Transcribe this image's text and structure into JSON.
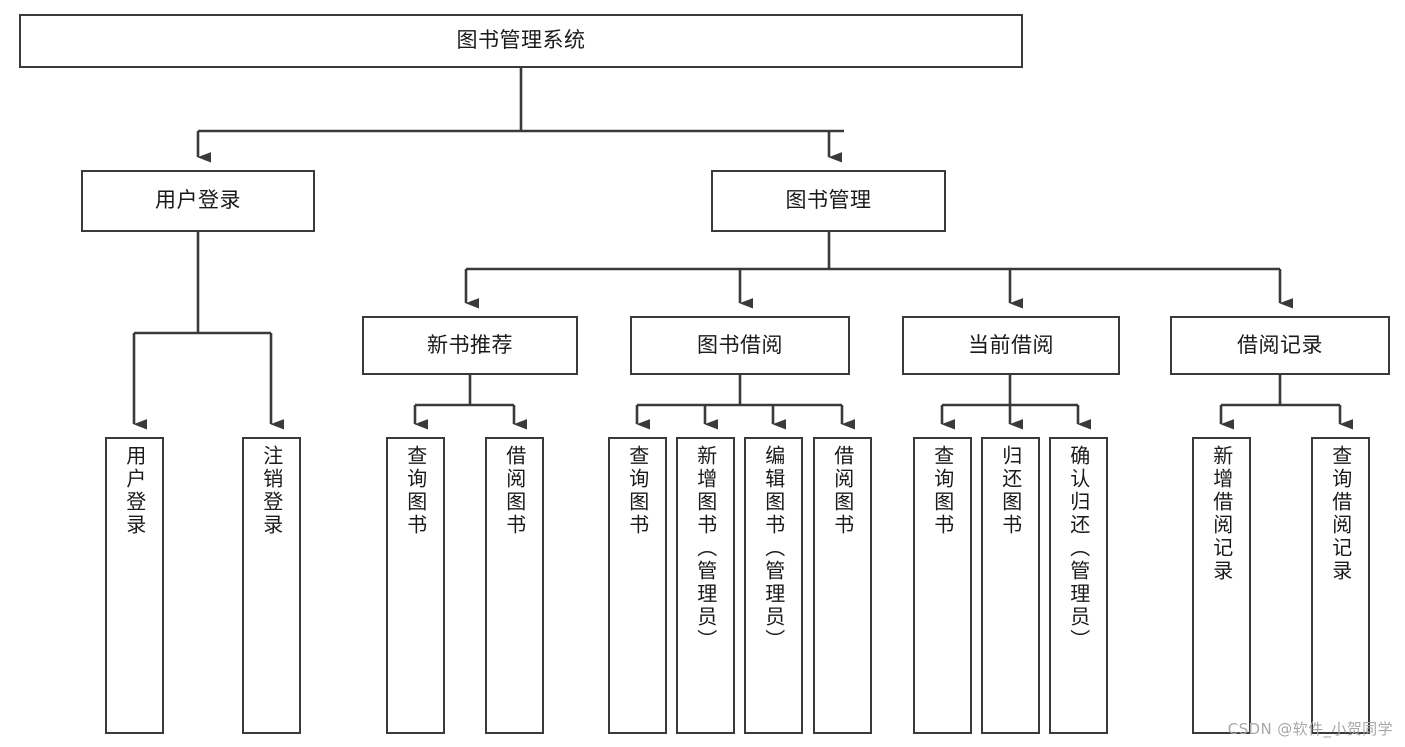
{
  "diagram": {
    "title_node": {
      "label": "图书管理系统"
    },
    "level2": [
      {
        "label": "用户登录"
      },
      {
        "label": "图书管理"
      }
    ],
    "level3": [
      {
        "label": "新书推荐"
      },
      {
        "label": "图书借阅"
      },
      {
        "label": "当前借阅"
      },
      {
        "label": "借阅记录"
      }
    ],
    "leaves": {
      "user_login": [
        {
          "label": "用户登录"
        },
        {
          "label": "注销登录"
        }
      ],
      "new_book_rec": [
        {
          "label": "查询图书"
        },
        {
          "label": "借阅图书"
        }
      ],
      "book_borrow": [
        {
          "label": "查询图书"
        },
        {
          "label": "新增图书（管理员）"
        },
        {
          "label": "编辑图书（管理员）"
        },
        {
          "label": "借阅图书"
        }
      ],
      "current_borrow": [
        {
          "label": "查询图书"
        },
        {
          "label": "归还图书"
        },
        {
          "label": "确认归还（管理员）"
        }
      ],
      "borrow_record": [
        {
          "label": "新增借阅记录"
        },
        {
          "label": "查询借阅记录"
        }
      ]
    }
  },
  "watermark": {
    "text": "CSDN @软件_小贺同学"
  },
  "colors": {
    "stroke": "#3a3a3a",
    "text": "#1a1a1a",
    "background": "#ffffff",
    "watermark": "#a8a8a8"
  }
}
